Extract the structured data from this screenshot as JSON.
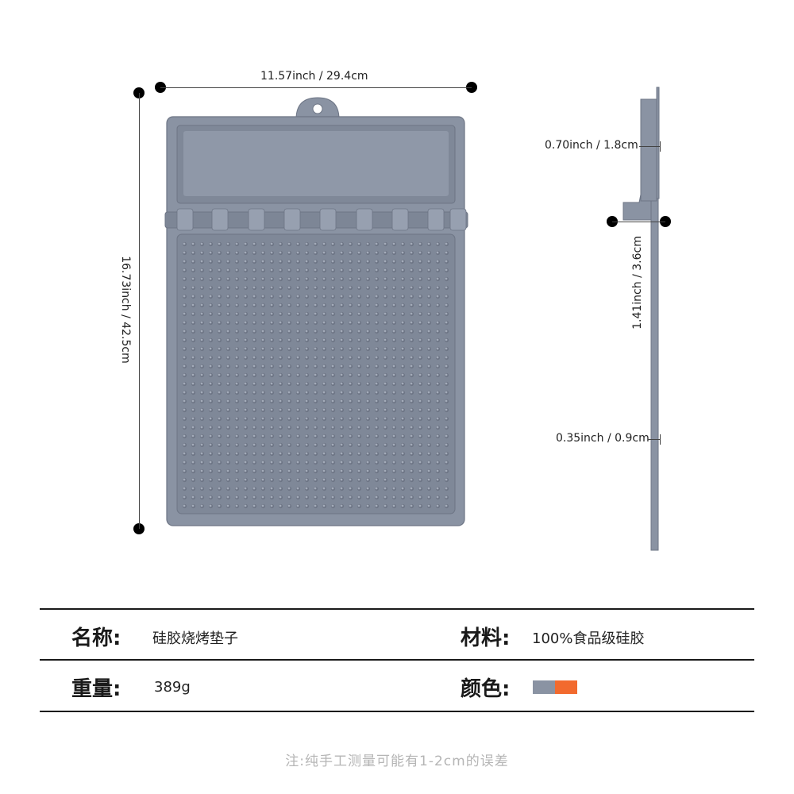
{
  "dimensions": {
    "width_label": "11.57inch / 29.4cm",
    "height_label": "16.73inch / 42.5cm",
    "top_thickness_label": "0.70inch / 1.8cm",
    "ledge_depth_label": "1.41inch / 3.6cm",
    "base_thickness_label": "0.35inch / 0.9cm"
  },
  "specs": {
    "name_key": "名称:",
    "name_value": "硅胶烧烤垫子",
    "material_key": "材料:",
    "material_value": "100%食品级硅胶",
    "weight_key": "重量:",
    "weight_value": "389g",
    "color_key": "颜色:",
    "colors": [
      "#8a93a3",
      "#f26a2e"
    ]
  },
  "footnote": "注:纯手工测量可能有1-2cm的误差",
  "product_color": "#8a93a3"
}
